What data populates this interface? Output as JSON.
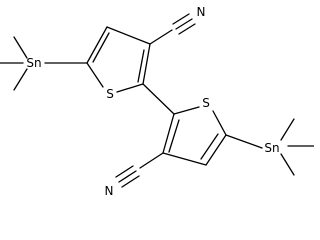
{
  "atoms": {
    "sn_top": "Sn",
    "s_top": "S",
    "n_top": "N",
    "s_bottom": "S",
    "sn_bottom": "Sn",
    "n_bottom": "N"
  },
  "colors": {
    "bond": "#000000",
    "background": "#ffffff"
  }
}
